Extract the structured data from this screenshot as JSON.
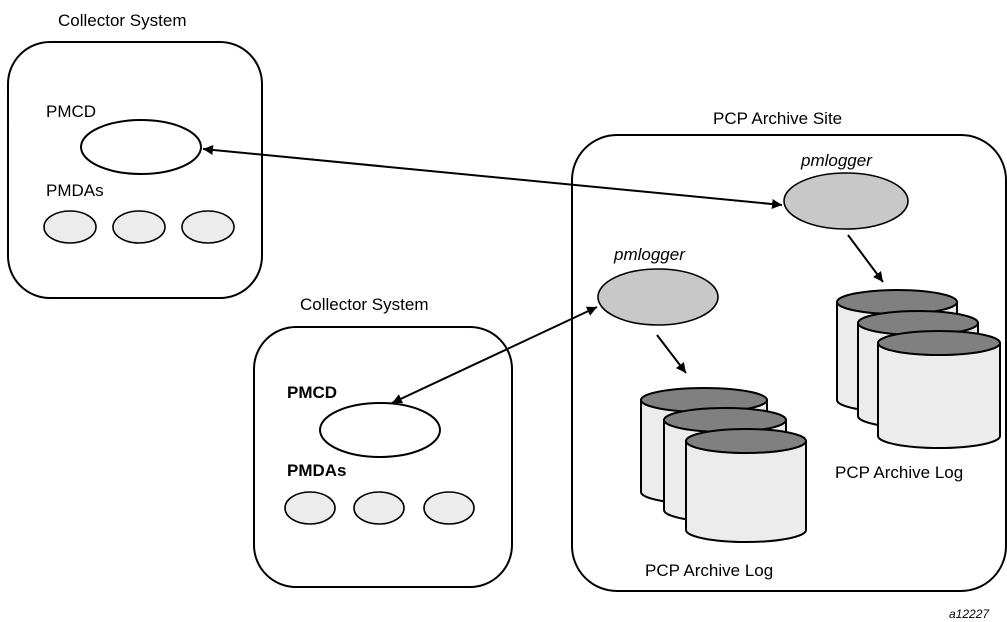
{
  "collector_system_1": {
    "title": "Collector System",
    "pmcd_label": "PMCD",
    "pmdas_label": "PMDAs"
  },
  "collector_system_2": {
    "title": "Collector System",
    "pmcd_label": "PMCD",
    "pmdas_label": "PMDAs"
  },
  "archive_site": {
    "title": "PCP Archive Site",
    "logger_top_label": "pmlogger",
    "logger_left_label": "pmlogger",
    "archive_log_right_label": "PCP Archive Log",
    "archive_log_left_label": "PCP Archive Log"
  },
  "figure_id": "a12227"
}
